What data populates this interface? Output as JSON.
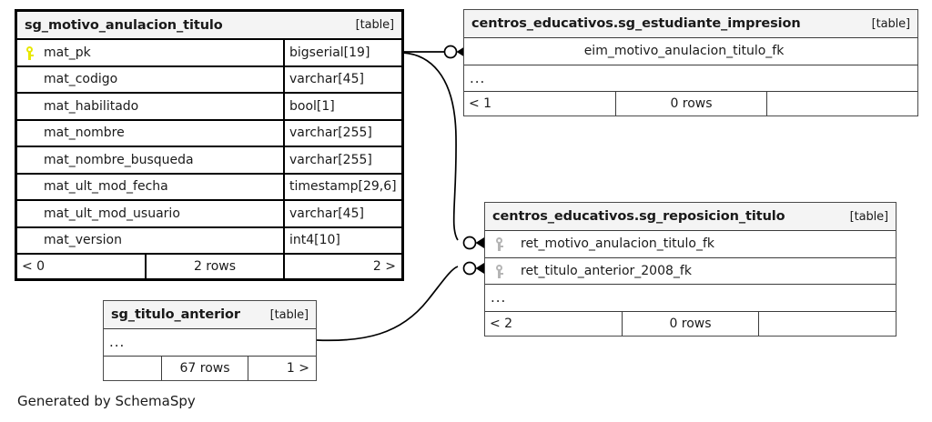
{
  "diagram": {
    "generator_caption": "Generated by SchemaSpy",
    "table_tag": "[table]",
    "ellipsis": "...",
    "colors": {
      "primary_key_icon": "#e8e800",
      "foreign_key_icon": "#b5b5b5",
      "header_background": "#f4f4f4",
      "border_strong": "#000000",
      "border_normal": "#3c3c3c",
      "page_background": "#ffffff"
    }
  },
  "tables": {
    "motivo_anulacion": {
      "title": "sg_motivo_anulacion_titulo",
      "tag": "[table]",
      "emphasis": "main",
      "columns": [
        {
          "name": "mat_pk",
          "type": "bigserial[19]",
          "key": "pk"
        },
        {
          "name": "mat_codigo",
          "type": "varchar[45]",
          "key": "none"
        },
        {
          "name": "mat_habilitado",
          "type": "bool[1]",
          "key": "none"
        },
        {
          "name": "mat_nombre",
          "type": "varchar[255]",
          "key": "none"
        },
        {
          "name": "mat_nombre_busqueda",
          "type": "varchar[255]",
          "key": "none"
        },
        {
          "name": "mat_ult_mod_fecha",
          "type": "timestamp[29,6]",
          "key": "none"
        },
        {
          "name": "mat_ult_mod_usuario",
          "type": "varchar[45]",
          "key": "none"
        },
        {
          "name": "mat_version",
          "type": "int4[10]",
          "key": "none"
        }
      ],
      "footer": {
        "left": "< 0",
        "middle": "2 rows",
        "right": "2 >"
      }
    },
    "estudiante_impresion": {
      "title": "centros_educativos.sg_estudiante_impresion",
      "tag": "[table]",
      "emphasis": "related",
      "columns": [
        {
          "name": "eim_motivo_anulacion_titulo_fk",
          "type": "",
          "key": "fk"
        }
      ],
      "has_ellipsis_row": true,
      "footer": {
        "left": "< 1",
        "middle": "0 rows",
        "right": ""
      }
    },
    "reposicion_titulo": {
      "title": "centros_educativos.sg_reposicion_titulo",
      "tag": "[table]",
      "emphasis": "related",
      "columns": [
        {
          "name": "ret_motivo_anulacion_titulo_fk",
          "type": "",
          "key": "fk"
        },
        {
          "name": "ret_titulo_anterior_2008_fk",
          "type": "",
          "key": "fk"
        }
      ],
      "has_ellipsis_row": true,
      "footer": {
        "left": "< 2",
        "middle": "0 rows",
        "right": ""
      }
    },
    "titulo_anterior": {
      "title": "sg_titulo_anterior",
      "tag": "[table]",
      "emphasis": "related",
      "columns": [],
      "has_ellipsis_row": true,
      "footer": {
        "left": "",
        "middle": "67 rows",
        "right": "1 >"
      }
    }
  },
  "relationships": [
    {
      "name": "motivo-anulacion-to-estudiante-impresion",
      "from_table": "sg_motivo_anulacion_titulo",
      "from_column": "mat_pk",
      "to_table": "centros_educativos.sg_estudiante_impresion",
      "to_column": "eim_motivo_anulacion_titulo_fk",
      "cardinality": "zero-or-many"
    },
    {
      "name": "motivo-anulacion-to-reposicion-titulo",
      "from_table": "sg_motivo_anulacion_titulo",
      "from_column": "mat_pk",
      "to_table": "centros_educativos.sg_reposicion_titulo",
      "to_column": "ret_motivo_anulacion_titulo_fk",
      "cardinality": "zero-or-many"
    },
    {
      "name": "titulo-anterior-to-reposicion-titulo",
      "from_table": "sg_titulo_anterior",
      "from_column": "",
      "to_table": "centros_educativos.sg_reposicion_titulo",
      "to_column": "ret_titulo_anterior_2008_fk",
      "cardinality": "zero-or-many"
    }
  ]
}
